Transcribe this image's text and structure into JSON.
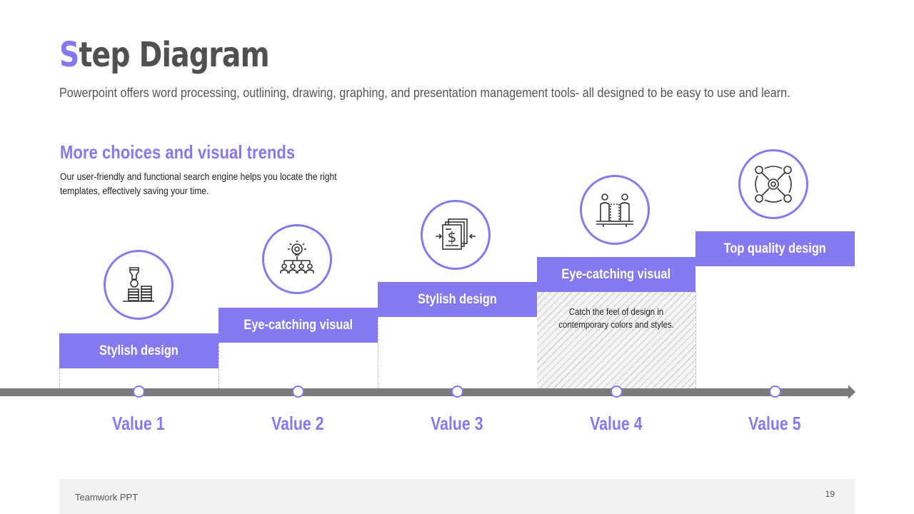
{
  "title": {
    "first_letter": "S",
    "rest": "tep Diagram"
  },
  "subtitle": "Powerpoint offers word processing, outlining, drawing, graphing, and presentation management tools- all designed to be easy to use and learn.",
  "section": {
    "heading": "More choices and visual trends",
    "description": "Our user-friendly and functional search engine helps you locate the right templates, effectively saving your time."
  },
  "steps": [
    {
      "label": "Stylish design",
      "value": "Value 1",
      "icon": "coins-hand-icon"
    },
    {
      "label": "Eye-catching visual",
      "value": "Value 2",
      "icon": "idea-team-icon"
    },
    {
      "label": "Stylish design",
      "value": "Value 3",
      "icon": "dollar-document-icon"
    },
    {
      "label": "Eye-catching visual",
      "value": "Value 4",
      "icon": "meeting-icon",
      "note": "Catch the feel of design in contemporary colors and styles."
    },
    {
      "label": "Top quality design",
      "value": "Value 5",
      "icon": "team-network-icon"
    }
  ],
  "footer": {
    "brand": "Teamwork PPT",
    "page": "19"
  },
  "colors": {
    "accent": "#8479ee",
    "axis": "#7b7b7b",
    "text": "#505050"
  }
}
